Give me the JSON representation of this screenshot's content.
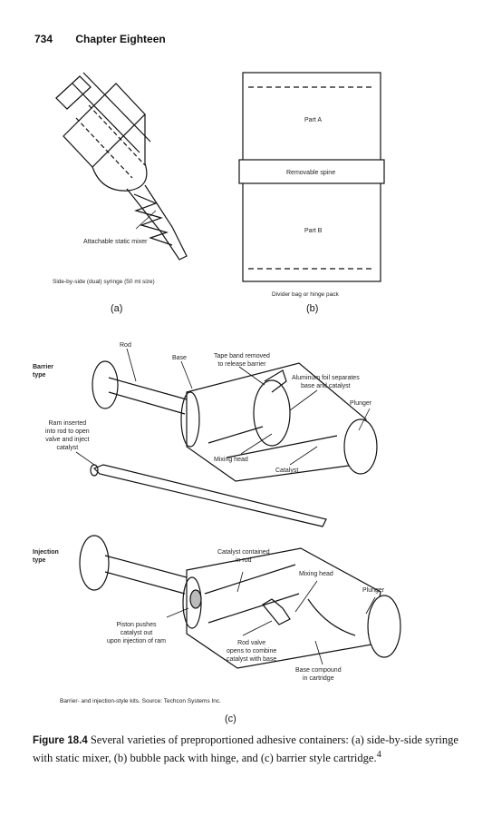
{
  "header": {
    "page_number": "734",
    "chapter": "Chapter Eighteen"
  },
  "panel_a": {
    "mixer_label": "Attachable static mixer",
    "caption": "Side-by-side (dual) syringe (50 ml size)",
    "letter": "(a)"
  },
  "panel_b": {
    "part_a": "Part A",
    "spine": "Removable spine",
    "part_b": "Part B",
    "caption": "Divider bag or hinge pack",
    "letter": "(b)"
  },
  "panel_c": {
    "barrier_type": [
      "Barrier",
      "type"
    ],
    "rod": "Rod",
    "base": "Base",
    "tape_band": [
      "Tape band removed",
      "to release barrier"
    ],
    "aluminum_foil": [
      "Aluminum foil separates",
      "base and catalyst"
    ],
    "plunger_top": "Plunger",
    "ram": [
      "Ram inserted",
      "into rod to open",
      "valve and inject",
      "catalyst"
    ],
    "mixing_head_top": "Mixing head",
    "catalyst": "Catalyst",
    "injection_type": [
      "Injection",
      "type"
    ],
    "catalyst_contained": [
      "Catalyst contained",
      "in rod"
    ],
    "mixing_head_bottom": "Mixing head",
    "plunger_bottom": "Plunger",
    "piston_pushes": [
      "Piston pushes",
      "catalyst out",
      "upon injection of ram"
    ],
    "rod_valve": [
      "Rod valve",
      "opens to combine",
      "catalyst with base"
    ],
    "base_compound": [
      "Base compound",
      "in cartridge"
    ],
    "caption": "Barrier- and injection-style kits. Source: Techcon Systems Inc.",
    "letter": "(c)"
  },
  "figure_caption": {
    "label": "Figure 18.4",
    "text": "Several varieties of preproportioned adhesive containers: (a) side-by-side syringe with static mixer, (b) bubble pack with hinge, and (c) barrier style cartridge.",
    "superscript": "4"
  }
}
